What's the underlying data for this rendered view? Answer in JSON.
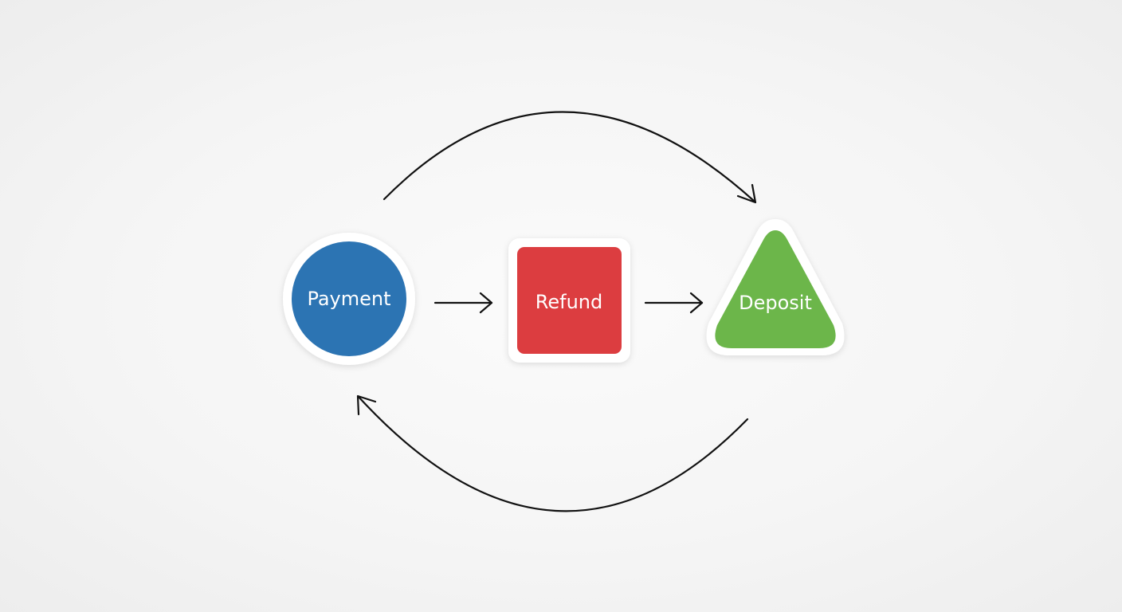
{
  "nodes": {
    "payment": {
      "label": "Payment",
      "shape": "circle",
      "color": "#2c74b3"
    },
    "refund": {
      "label": "Refund",
      "shape": "rounded-square",
      "color": "#dc3d40"
    },
    "deposit": {
      "label": "Deposit",
      "shape": "triangle",
      "color": "#6cb64a"
    }
  },
  "edges": [
    {
      "from": "payment",
      "to": "refund",
      "style": "straight-arrow"
    },
    {
      "from": "refund",
      "to": "deposit",
      "style": "straight-arrow"
    },
    {
      "from": "payment",
      "to": "deposit",
      "style": "curved-arrow-top"
    },
    {
      "from": "deposit",
      "to": "payment",
      "style": "curved-arrow-bottom"
    }
  ],
  "colors": {
    "connector": "#111111",
    "node_border": "#ffffff"
  }
}
